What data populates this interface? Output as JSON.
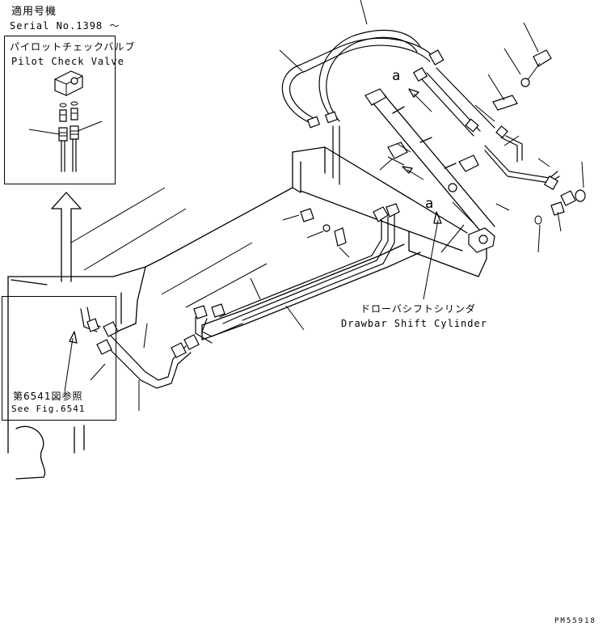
{
  "serial": {
    "jp": "適用号機",
    "en": "Serial No.1398 〜"
  },
  "inset": {
    "title_jp": "パイロットチェックバルブ",
    "title_en": "Pilot Check Valve"
  },
  "reference": {
    "jp": "第6541図参照",
    "en": "See Fig.6541"
  },
  "cylinder": {
    "jp": "ドローバシフトシリンダ",
    "en": "Drawbar Shift Cylinder"
  },
  "markers": {
    "a1": "a",
    "a2": "a"
  },
  "drawing_code": "PM55918"
}
